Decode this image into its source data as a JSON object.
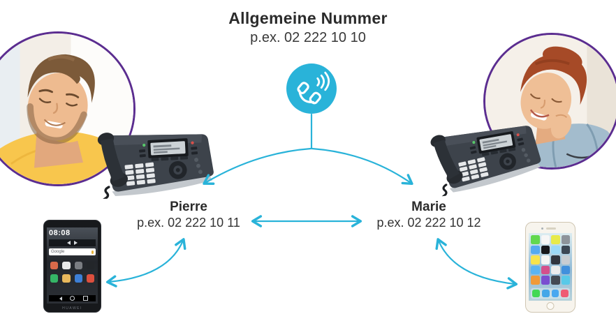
{
  "colors": {
    "accent_cyan": "#29b3d9",
    "ring_purple": "#5b2d90",
    "text_dark": "#2b2b2b"
  },
  "header": {
    "title": "Allgemeine Nummer",
    "subtitle": "p.ex. 02 222 10 10"
  },
  "hub": {
    "icon": "phone-ringing-icon"
  },
  "persons": {
    "left": {
      "name": "Pierre",
      "number": "p.ex. 02 222 10 11"
    },
    "right": {
      "name": "Marie",
      "number": "p.ex. 02 222 10 12"
    }
  },
  "devices": {
    "android": {
      "clock": "08:08",
      "search": "Google",
      "brand": "HUAWEI"
    }
  }
}
